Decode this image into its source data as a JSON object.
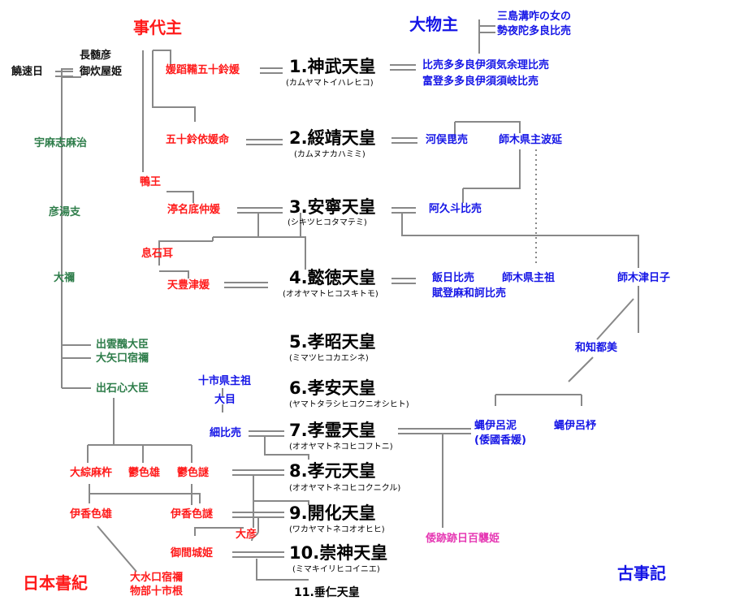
{
  "colors": {
    "line": "#888888",
    "red": "#ff1a1a",
    "blue": "#1515e6",
    "green": "#2e7d4a",
    "pink": "#e63ab4"
  },
  "sources": {
    "left": "日本書紀",
    "right": "古事記"
  },
  "deities": {
    "kotoshironushi": "事代主",
    "omononushi": "大物主"
  },
  "emperors": [
    {
      "name": "1.神武天皇",
      "reading": "(カムヤマトイハレヒコ)"
    },
    {
      "name": "2.綏靖天皇",
      "reading": "(カムヌナカハミミ)"
    },
    {
      "name": "3.安寧天皇",
      "reading": "(シキツヒコタマテミ)"
    },
    {
      "name": "4.懿徳天皇",
      "reading": "(オオヤマトヒコスキトモ)"
    },
    {
      "name": "5.孝昭天皇",
      "reading": "(ミマツヒコカエシネ)"
    },
    {
      "name": "6.孝安天皇",
      "reading": "(ヤマトタラシヒコクニオシヒト)"
    },
    {
      "name": "7.孝霊天皇",
      "reading": "(オオヤマトネコヒコフトニ)"
    },
    {
      "name": "8.孝元天皇",
      "reading": "(オオヤマトネコヒコクニクル)"
    },
    {
      "name": "9.開化天皇",
      "reading": "(ワカヤマトネコオオヒヒ)"
    },
    {
      "name": "10.崇神天皇",
      "reading": "(ミマキイリヒコイニエ)"
    },
    {
      "name": "11.垂仁天皇",
      "reading": ""
    }
  ],
  "nihon_shoki": {
    "consorts": [
      "媛蹈鞴五十鈴媛",
      "五十鈴依媛命",
      "渟名底仲媛",
      "天豊津媛",
      "大綜麻杵",
      "鬱色雄",
      "鬱色謎",
      "伊香色雄",
      "伊香色謎",
      "大彦",
      "御間城姫",
      "大水口宿禰",
      "物部十市根"
    ],
    "fathers": [
      "鴨王",
      "息石耳"
    ],
    "mononobe": [
      "長髄彦",
      "御炊屋姫",
      "饒速日",
      "宇麻志麻治",
      "彦湯支",
      "大禰",
      "出雲醜大臣",
      "大矢口宿禰",
      "出石心大臣"
    ]
  },
  "kojiki": {
    "consorts": [
      "比売多多良伊須気余理比売",
      "富登多多良伊須須岐比売",
      "河俣毘売",
      "阿久斗比売",
      "飯日比売",
      "賦登麻和訶比売",
      "細比売"
    ],
    "others": [
      "三島溝咋の女の",
      "勢夜陀多良比売",
      "師木県主波延",
      "師木県主祖",
      "師木津日子",
      "和知都美",
      "蝿伊呂泥",
      "(倭國香媛)",
      "蝿伊呂杼",
      "十市県主祖",
      "大目"
    ],
    "pink": "倭跡跡日百襲姫"
  }
}
